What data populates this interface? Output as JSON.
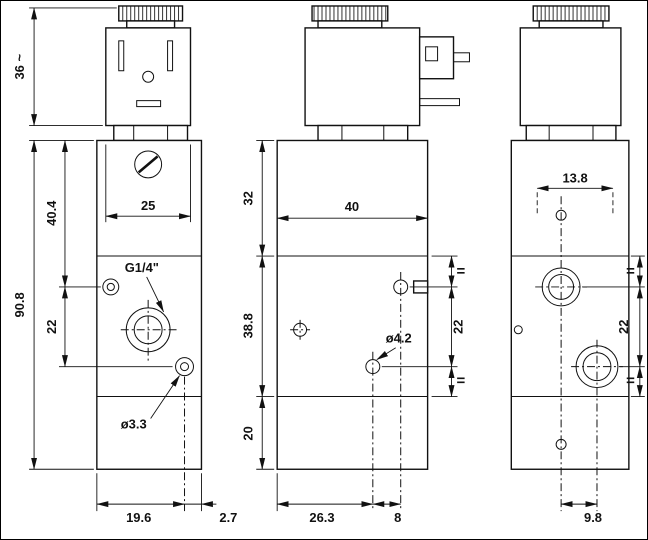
{
  "views": {
    "front": {
      "coil_height": "36 ~",
      "body_height": "90.8",
      "top_to_port": "40.4",
      "port_spacing": "22",
      "coil_width": "25",
      "thread_label": "G1/4\"",
      "small_hole": "ø3.3",
      "bottom_left": "19.6",
      "bottom_right": "2.7"
    },
    "side": {
      "body_width": "40",
      "top_section": "32",
      "mid_section": "38.8",
      "bottom_section": "20",
      "hole_label": "ø4.2",
      "port_spacing": "22",
      "equal_top": "=",
      "equal_bottom": "=",
      "bottom_left": "26.3",
      "bottom_right": "8"
    },
    "back": {
      "top_offset": "13.8",
      "port_spacing": "22",
      "equal_top": "=",
      "equal_bottom": "=",
      "bottom_offset": "9.8"
    }
  }
}
